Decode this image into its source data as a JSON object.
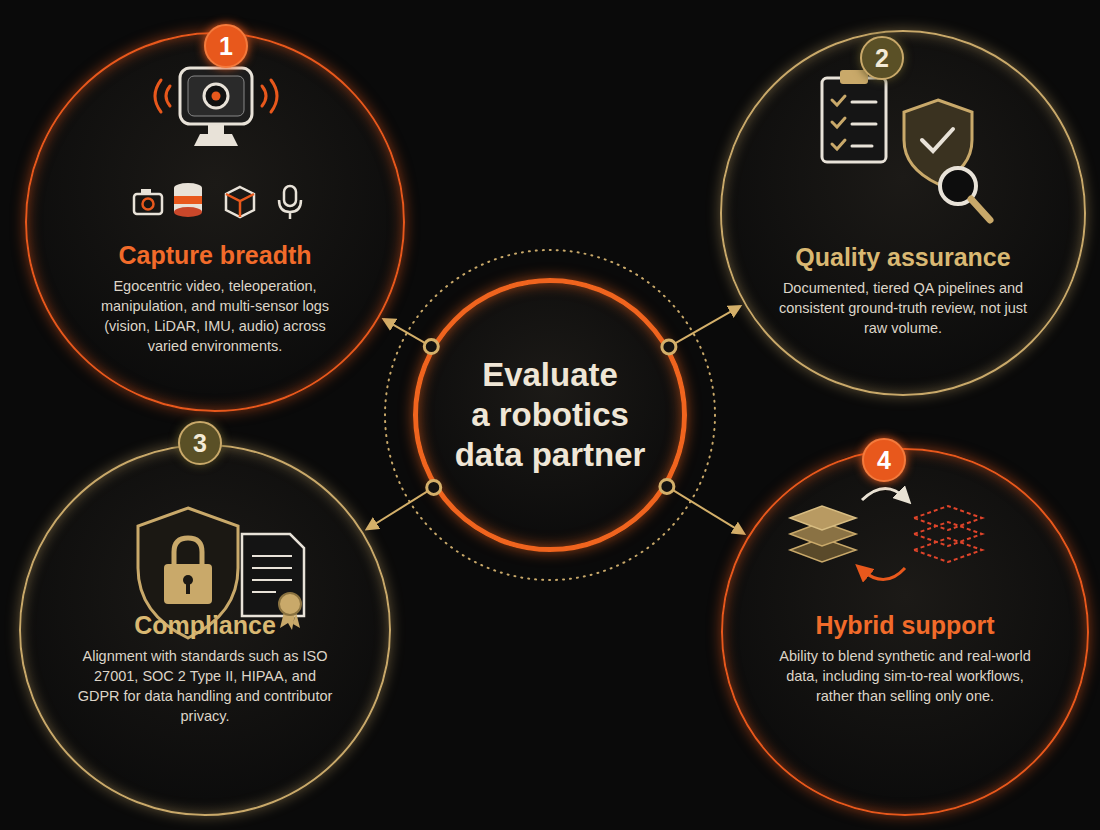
{
  "diagram": {
    "nodes": [
      {
        "text": [
          "Capture breadth",
          "Egocentric video, teleoperation, manipulation, and multi-sensor logs (vision, LiDAR, IMU, audio) across varied environments."
        ]
      },
      {
        "text": [
          "Quality assurance",
          "Documented, tiered QA pipelines and consistent ground-truth review, not just raw volume."
        ]
      },
      {
        "text": [
          "Evaluate a robotics data partner"
        ]
      },
      {
        "text": [
          "Compliance",
          "Alignment with standards such as ISO 27001, SOC 2 Type II, HIPAA, and GDPR for data handling and contributor privacy."
        ]
      },
      {
        "text": [
          "Hybrid support",
          "Ability to blend synthetic and real-world data, including sim-to-real workflows, rather than selling only one."
        ]
      }
    ],
    "edges": [
      {
        "from": 2,
        "to": 0,
        "arrow": "to"
      },
      {
        "from": 2,
        "to": 1,
        "arrow": "to"
      },
      {
        "from": 2,
        "to": 3,
        "arrow": "to"
      },
      {
        "from": 2,
        "to": 4,
        "arrow": "to"
      }
    ],
    "labels": [
      "1",
      "2",
      "3",
      "4"
    ]
  }
}
